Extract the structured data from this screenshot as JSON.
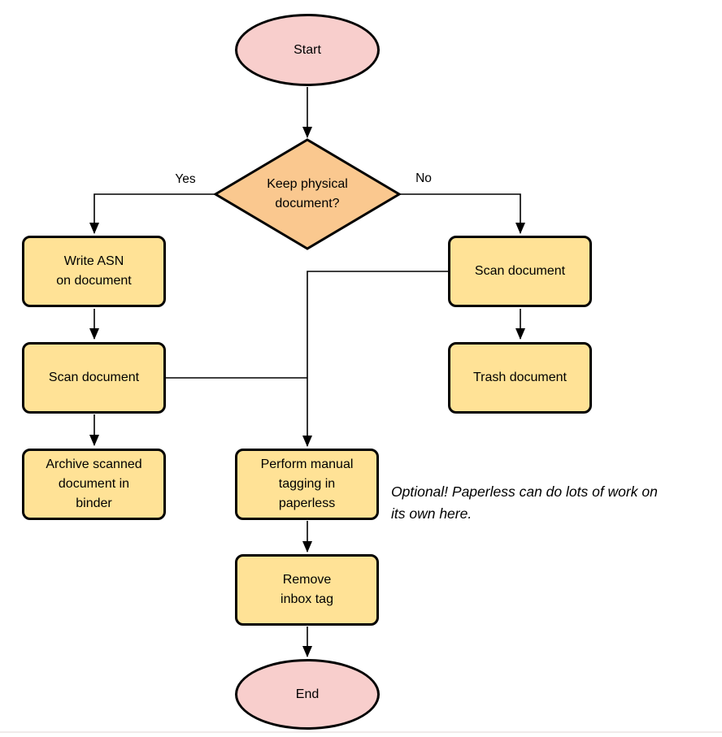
{
  "colors": {
    "stroke": "#000000",
    "process_fill": "#ffe296",
    "terminator_fill": "#f8cecc",
    "decision_fill": "#fac88f",
    "background": "#ffffff"
  },
  "nodes": {
    "start": {
      "type": "terminator",
      "lines": [
        "Start"
      ]
    },
    "decision": {
      "type": "decision",
      "lines": [
        "Keep physical",
        "document?"
      ]
    },
    "write_asn": {
      "type": "process",
      "lines": [
        "Write ASN",
        "on document"
      ]
    },
    "scan_left": {
      "type": "process",
      "lines": [
        "Scan document"
      ]
    },
    "archive": {
      "type": "process",
      "lines": [
        "Archive scanned",
        "document in",
        "binder"
      ]
    },
    "scan_right": {
      "type": "process",
      "lines": [
        "Scan document"
      ]
    },
    "trash": {
      "type": "process",
      "lines": [
        "Trash document"
      ]
    },
    "tagging": {
      "type": "process",
      "lines": [
        "Perform manual",
        "tagging in",
        "paperless"
      ]
    },
    "remove_inbox": {
      "type": "process",
      "lines": [
        "Remove",
        "inbox tag"
      ]
    },
    "end": {
      "type": "terminator",
      "lines": [
        "End"
      ]
    }
  },
  "edge_labels": {
    "yes": "Yes",
    "no": "No"
  },
  "annotation": {
    "lines": [
      "Optional! Paperless can do lots of work on",
      "its own here."
    ]
  }
}
